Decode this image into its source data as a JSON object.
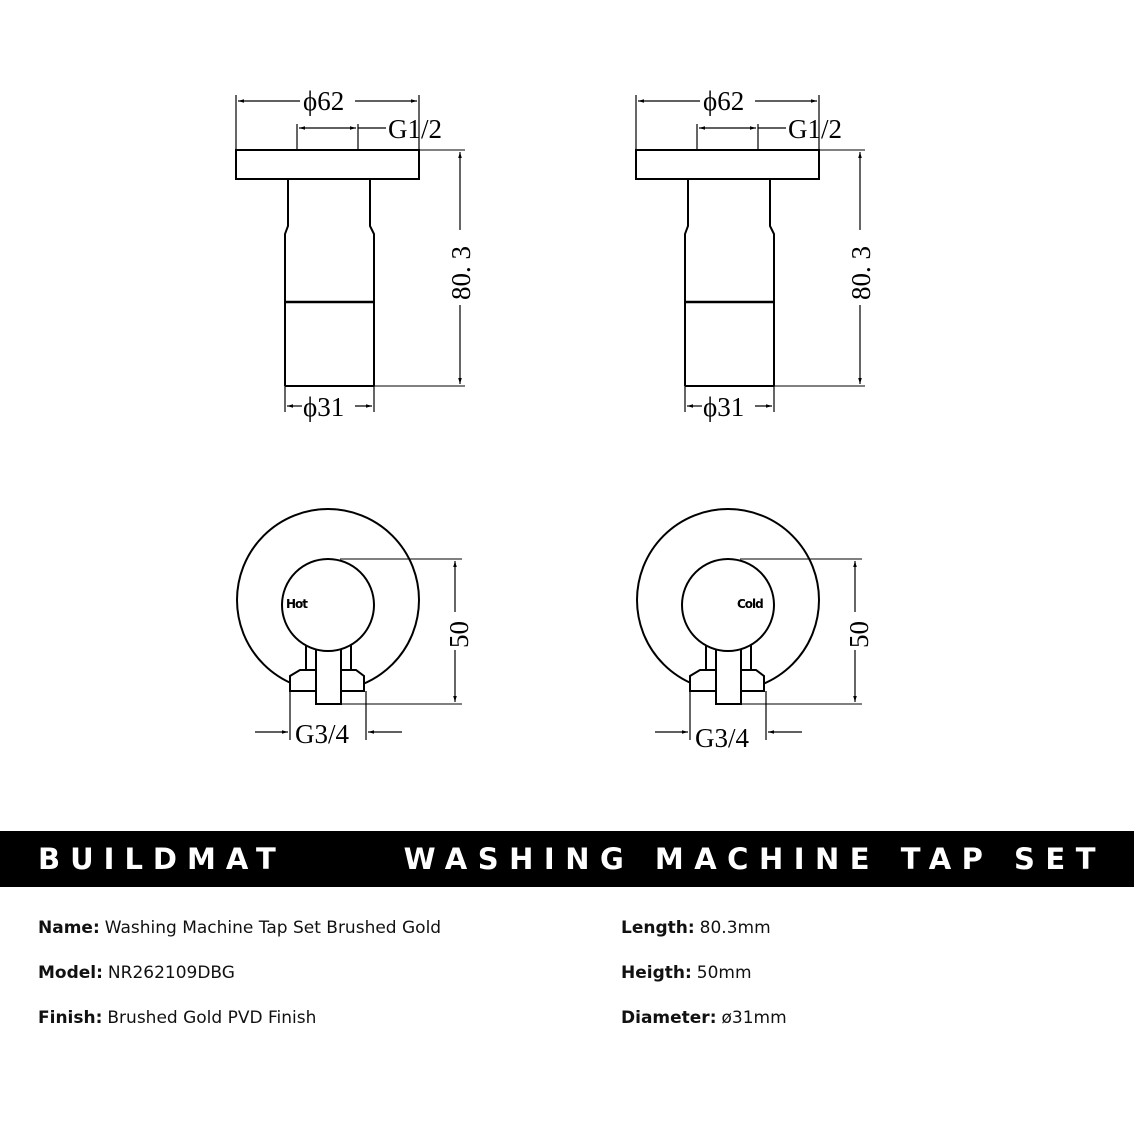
{
  "drawings": {
    "side_view": {
      "top_diameter": "ϕ62",
      "thread_inlet": "G1/2",
      "length": "80. 3",
      "bottom_diameter": "ϕ31"
    },
    "front_view": {
      "height": "50",
      "thread_outlet": "G3/4"
    },
    "labels": {
      "hot": "Hot",
      "cold": "Cold"
    }
  },
  "title_bar": {
    "brand": "BUILDMAT",
    "product_title": "WASHING MACHINE TAP SET",
    "background": "#000000",
    "text_color": "#ffffff"
  },
  "specs": {
    "left": [
      {
        "label": "Name:",
        "value": "Washing Machine Tap Set Brushed Gold"
      },
      {
        "label": "Model:",
        "value": "NR262109DBG"
      },
      {
        "label": "Finish:",
        "value": "Brushed Gold PVD Finish"
      }
    ],
    "right": [
      {
        "label": "Length:",
        "value": "80.3mm"
      },
      {
        "label": "Heigth:",
        "value": "50mm"
      },
      {
        "label": "Diameter:",
        "value": "ø31mm"
      }
    ]
  }
}
